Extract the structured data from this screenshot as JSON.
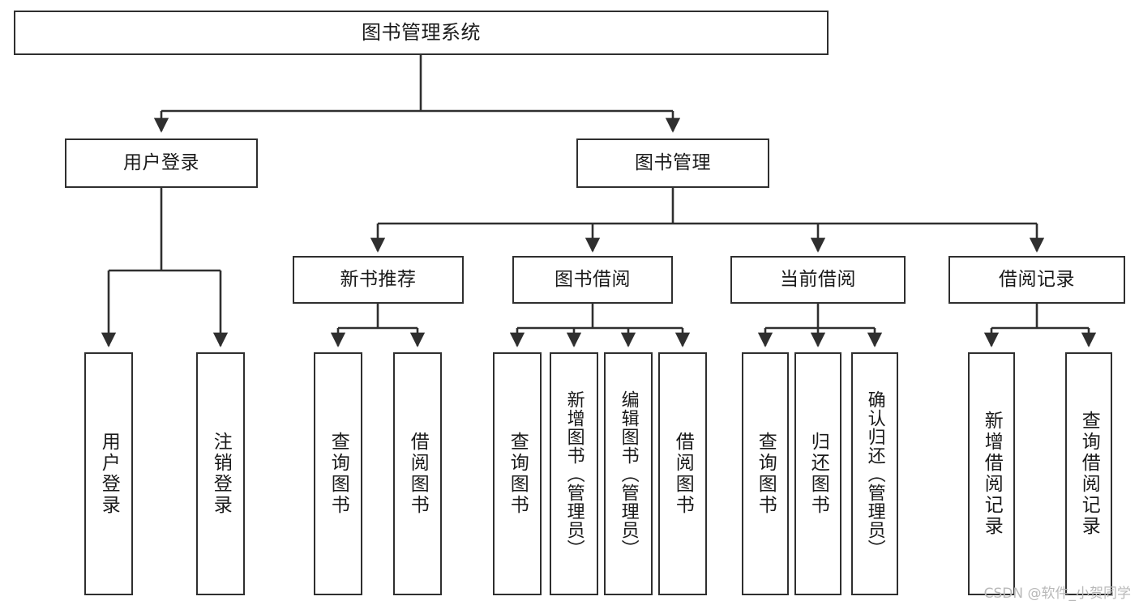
{
  "diagram": {
    "title": "图书管理系统",
    "watermark": "CSDN @软件_小贺同学",
    "stroke_color": "#2f2f2f",
    "fill_color": "#ffffff",
    "text_color": "#1a1a1a",
    "watermark_color": "#b9b9b9"
  },
  "nodes": {
    "root": {
      "label": "图书管理系统"
    },
    "level2": [
      {
        "label": "用户登录"
      },
      {
        "label": "图书管理"
      }
    ],
    "level3": [
      {
        "label": "新书推荐"
      },
      {
        "label": "图书借阅"
      },
      {
        "label": "当前借阅"
      },
      {
        "label": "借阅记录"
      }
    ],
    "leaves": {
      "user_login": [
        {
          "label": "用户登录"
        },
        {
          "label": "注销登录"
        }
      ],
      "new_book_recommend": [
        {
          "label": "查询图书"
        },
        {
          "label": "借阅图书"
        }
      ],
      "book_borrow": [
        {
          "label": "查询图书"
        },
        {
          "label": "新增图书（管理员）"
        },
        {
          "label": "编辑图书（管理员）"
        },
        {
          "label": "借阅图书"
        }
      ],
      "current_borrow": [
        {
          "label": "查询图书"
        },
        {
          "label": "归还图书"
        },
        {
          "label": "确认归还（管理员）"
        }
      ],
      "borrow_record": [
        {
          "label": "新增借阅记录"
        },
        {
          "label": "查询借阅记录"
        }
      ]
    }
  }
}
